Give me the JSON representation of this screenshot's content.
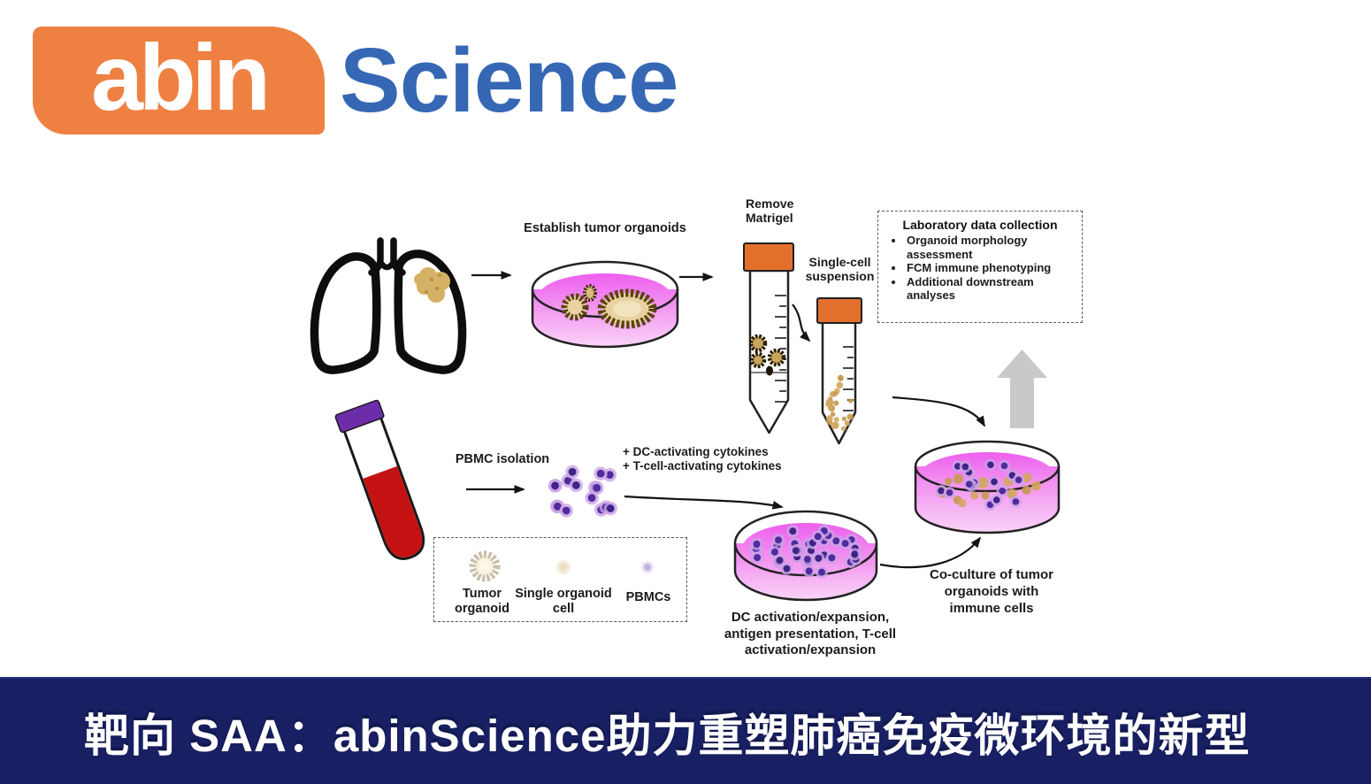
{
  "logo": {
    "part1": "abin",
    "part2": "Science"
  },
  "colors": {
    "logo_orange": "#ee8142",
    "logo_blue": "#3567b4",
    "banner_bg": "#181f62",
    "banner_text": "#ffffff",
    "medium_pink": "#ee6ff0",
    "cap_orange": "#e2702c",
    "blood_red": "#c41212",
    "cap_purple": "#6d2daa",
    "pbmc_purple": "#4f2b9e",
    "organoid_tan": "#d3a75f",
    "arrow_gray": "#c9c9c9"
  },
  "diagram": {
    "labels": {
      "establish": "Establish tumor organoids",
      "remove_matrigel": [
        "Remove",
        "Matrigel"
      ],
      "single_cell": [
        "Single-cell",
        "suspension"
      ],
      "pbmc_isolation": "PBMC isolation",
      "cytokines": [
        "+ DC-activating cytokines",
        "+ T-cell-activating cytokines"
      ],
      "dc_activation": [
        "DC activation/expansion,",
        "antigen presentation, T-cell",
        "activation/expansion"
      ],
      "co_culture": [
        "Co-culture of tumor",
        "organoids with",
        "immune cells"
      ]
    },
    "lab_box": {
      "title": "Laboratory data collection",
      "items": [
        "Organoid morphology assessment",
        "FCM immune phenotyping",
        "Additional downstream analyses"
      ]
    },
    "legend": {
      "items": [
        [
          "Tumor",
          "organoid"
        ],
        [
          "Single",
          "organoid cell"
        ],
        [
          "PBMCs"
        ]
      ]
    }
  },
  "banner": {
    "title": "靶向 SAA：abinScience助力重塑肺癌免疫微环境的新型"
  }
}
